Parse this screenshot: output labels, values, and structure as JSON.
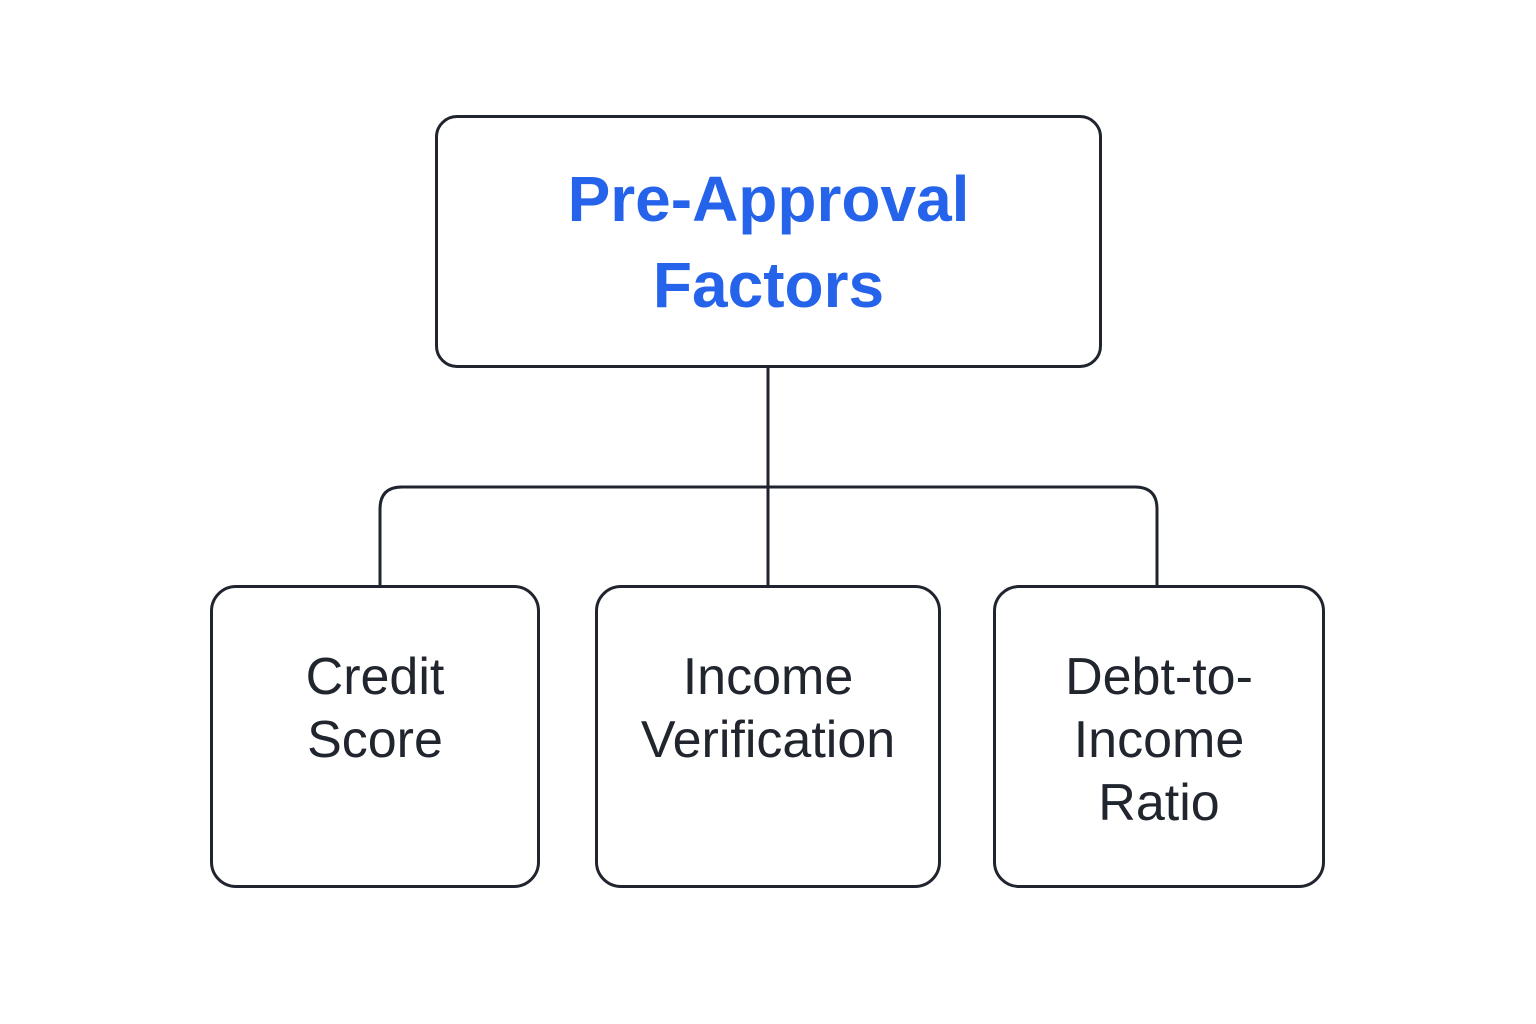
{
  "diagram": {
    "type": "flowchart-hierarchy",
    "title": "Pre-Approval Factors",
    "colors": {
      "background": "#ffffff",
      "node_border": "#1f242e",
      "connector_line": "#1f242e",
      "root_text": "#2563eb",
      "child_text": "#20252e"
    },
    "root": {
      "label": "Pre-Approval Factors",
      "label_lines": [
        "Pre-Approval",
        "Factors"
      ]
    },
    "children": [
      {
        "label": "Credit Score",
        "label_lines": [
          "Credit",
          "Score"
        ]
      },
      {
        "label": "Income Verification",
        "label_lines": [
          "Income",
          "Verification"
        ]
      },
      {
        "label": "Debt-to-Income Ratio",
        "label_lines": [
          "Debt-to-",
          "Income",
          "Ratio"
        ]
      }
    ]
  }
}
